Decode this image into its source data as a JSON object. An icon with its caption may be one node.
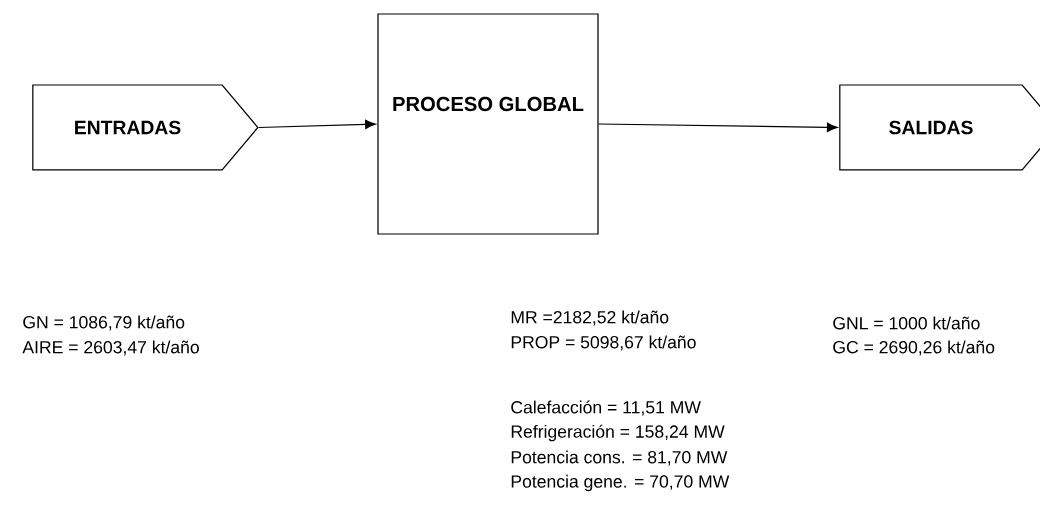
{
  "diagram": {
    "nodes": [
      {
        "text": [
          "ENTRADAS"
        ]
      },
      {
        "text": [
          "PROCESO GLOBAL"
        ]
      },
      {
        "text": [
          "SALIDAS"
        ]
      }
    ],
    "edges": [
      {
        "from": 0,
        "to": 1,
        "arrow": "to"
      },
      {
        "from": 1,
        "to": 2,
        "arrow": "to"
      }
    ],
    "labels": [
      "GN = 1086,79 kt/año",
      "AIRE = 2603,47 kt/año",
      "MR =2182,52 kt/año",
      "PROP = 5098,67 kt/año",
      "Calefacción = 11,51 MW",
      "Refrigeración = 158,24 MW",
      "Potencia cons. = 81,70 MW",
      "Potencia gene. = 70,70 MW",
      "GNL = 1000 kt/año",
      "GC = 2690,26 kt/año"
    ]
  }
}
